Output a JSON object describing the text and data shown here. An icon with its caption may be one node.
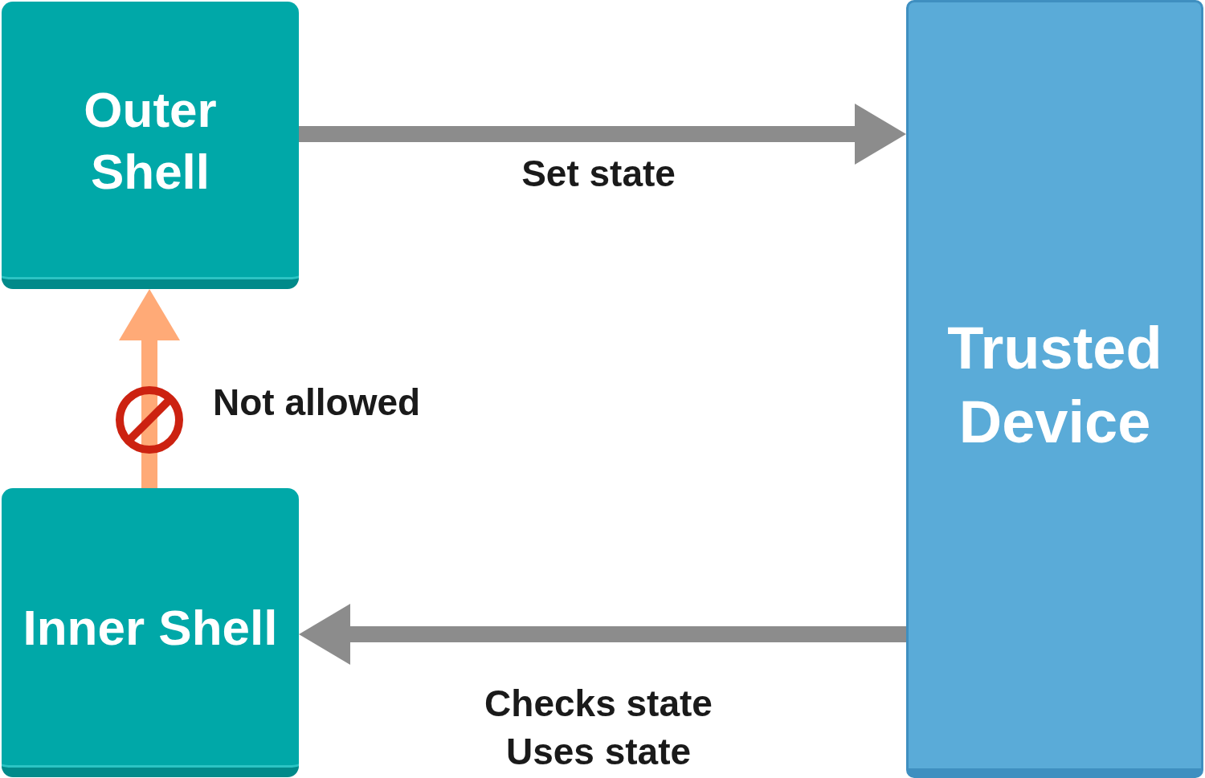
{
  "diagram": {
    "nodes": [
      {
        "text": [
          "Outer Shell"
        ]
      },
      {
        "text": [
          "Inner Shell"
        ]
      },
      {
        "text": [
          "Trusted Device"
        ]
      }
    ],
    "edges": [
      {
        "from": 0,
        "to": 2,
        "arrow": "to",
        "label": "Set state"
      },
      {
        "from": 2,
        "to": 1,
        "arrow": "to",
        "label": "Checks state Uses state"
      },
      {
        "from": 1,
        "to": 0,
        "arrow": "to",
        "label": "Not allowed",
        "color": "#ffaa77"
      }
    ]
  }
}
